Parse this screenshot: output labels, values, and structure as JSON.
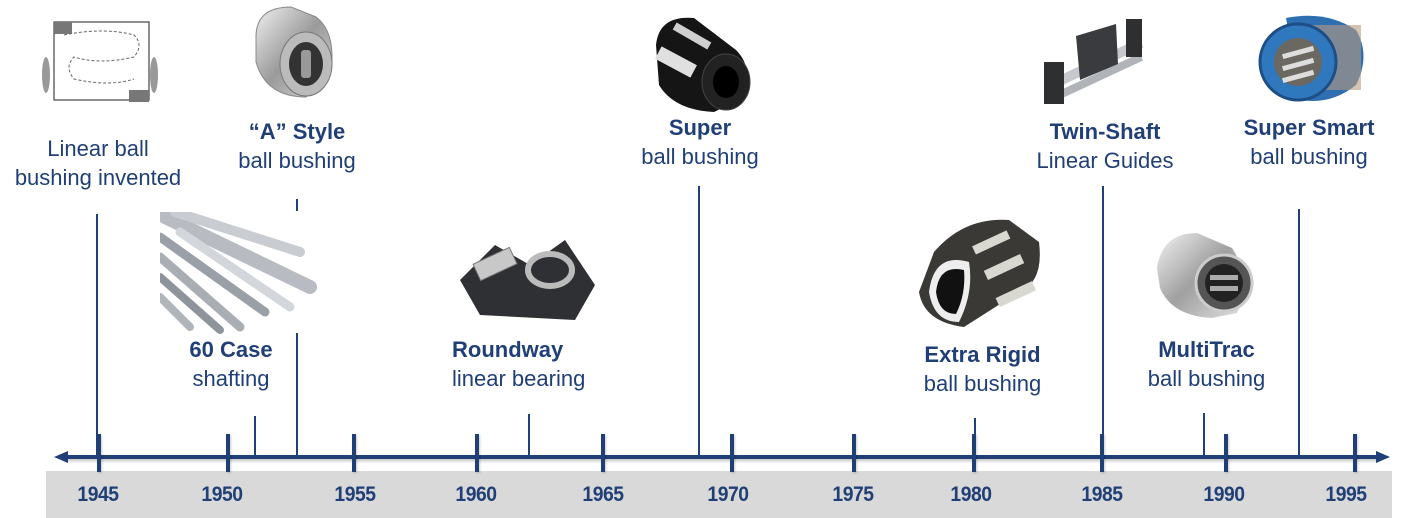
{
  "timeline": {
    "accent_color": "#1f3f76",
    "band_color": "#d9d9d9",
    "years": [
      "1945",
      "1950",
      "1955",
      "1960",
      "1965",
      "1970",
      "1975",
      "1980",
      "1985",
      "1990",
      "1995"
    ]
  },
  "events": [
    {
      "id": "invented",
      "bold": "",
      "title": "Linear ball",
      "subtitle": "bushing invented",
      "image": "patent-drawing-icon",
      "approx_year": 1945
    },
    {
      "id": "60-case",
      "bold": "60 Case",
      "title": "",
      "subtitle": "shafting",
      "image": "shafting-rods-icon",
      "approx_year": 1951
    },
    {
      "id": "a-style",
      "bold": "“A” Style",
      "title": "",
      "subtitle": "ball bushing",
      "image": "a-style-bushing-icon",
      "approx_year": 1953
    },
    {
      "id": "roundway",
      "bold": "Roundway",
      "title": "",
      "subtitle": "linear bearing",
      "image": "roundway-bearing-icon",
      "approx_year": 1962
    },
    {
      "id": "super",
      "bold": "Super",
      "title": "",
      "subtitle": "ball bushing",
      "image": "super-bushing-icon",
      "approx_year": 1969
    },
    {
      "id": "extra-rigid",
      "bold": "Extra Rigid",
      "title": "",
      "subtitle": "ball bushing",
      "image": "extra-rigid-bushing-icon",
      "approx_year": 1980
    },
    {
      "id": "twin-shaft",
      "bold": "Twin-Shaft",
      "title": "",
      "subtitle": "Linear Guides",
      "image": "twin-shaft-guide-icon",
      "approx_year": 1985
    },
    {
      "id": "multitrac",
      "bold": "MultiTrac",
      "title": "",
      "subtitle": "ball bushing",
      "image": "multitrac-bushing-icon",
      "approx_year": 1989
    },
    {
      "id": "super-smart",
      "bold": "Super Smart",
      "title": "",
      "subtitle": "ball bushing",
      "image": "super-smart-bushing-icon",
      "approx_year": 1993
    }
  ]
}
